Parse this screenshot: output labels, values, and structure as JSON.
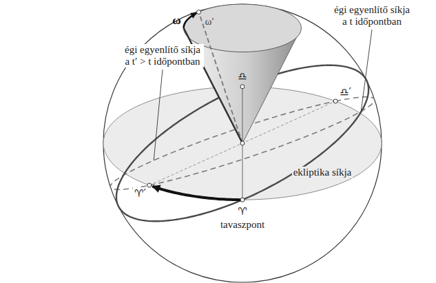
{
  "diagram": {
    "labels": [
      "ω",
      "ω′",
      "égi egyenlítő síkja a t időpontban",
      "égi egyenlítő síkja a t′ > t időpontban",
      "♎",
      "♎′",
      "ekliptika síkja",
      "♈′",
      "♈",
      "tavaszpont"
    ]
  }
}
